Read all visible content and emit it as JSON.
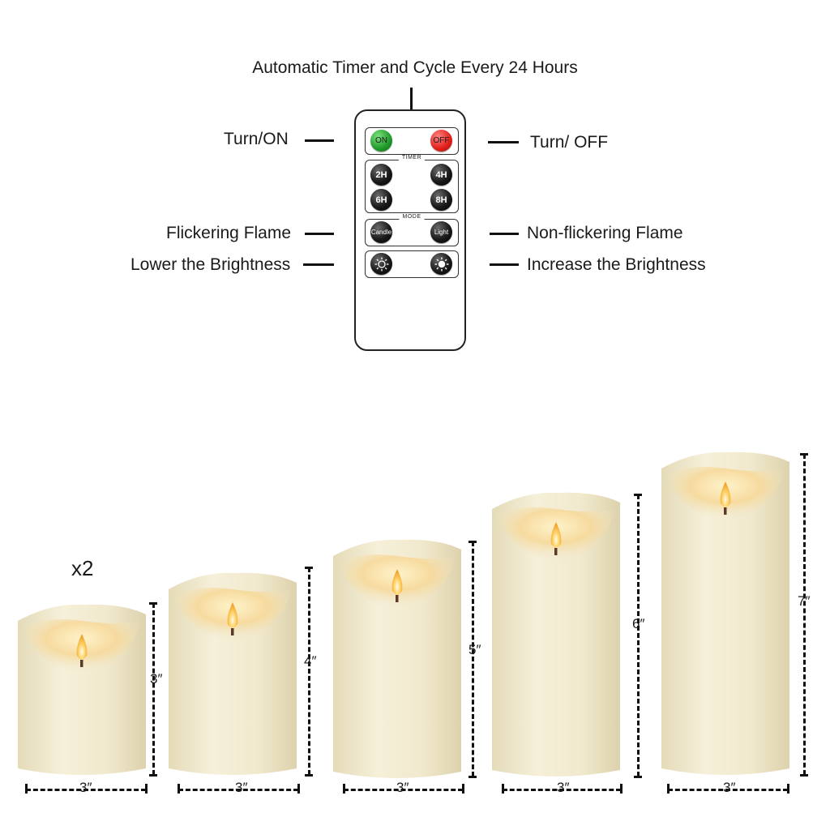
{
  "remote": {
    "title": "Automatic Timer and Cycle Every 24 Hours",
    "labels": {
      "turn_on": "Turn/ON",
      "turn_off": "Turn/ OFF",
      "flickering": "Flickering Flame",
      "non_flickering": "Non-flickering Flame",
      "lower": "Lower the Brightness",
      "increase": "Increase the Brightness"
    },
    "group_titles": {
      "timer": "TIMER",
      "mode": "MODE"
    },
    "buttons": {
      "on": "ON",
      "off": "OFF",
      "t2": "2H",
      "t4": "4H",
      "t6": "6H",
      "t8": "8H",
      "candle": "Candle",
      "light": "Light"
    },
    "colors": {
      "on": "#1f9a2a",
      "off": "#e0201a",
      "button": "#111111"
    }
  },
  "candles": {
    "quantity_note": "x2",
    "heights": [
      "3″",
      "4″",
      "5″",
      "6″",
      "7″"
    ],
    "widths": [
      "3″",
      "3″",
      "3″",
      "3″",
      "3″"
    ],
    "color": "#f3ecd2"
  }
}
